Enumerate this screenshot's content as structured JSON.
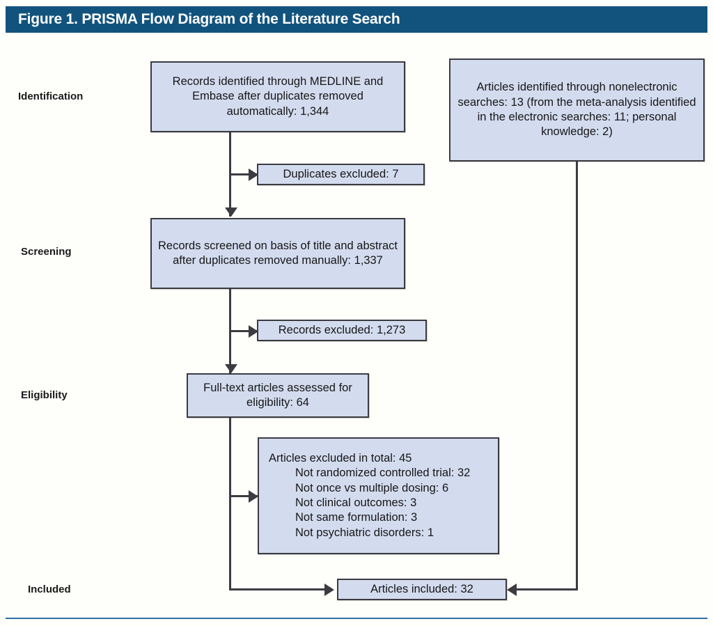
{
  "figure": {
    "title": "Figure 1. PRISMA Flow Diagram of the Literature Search",
    "title_bar_color": "#12537e",
    "box_fill_color": "#d3dcef",
    "box_border_color": "#3b3b41",
    "rule_color": "#2f6ea5"
  },
  "stages": [
    {
      "label": "Identification"
    },
    {
      "label": "Screening"
    },
    {
      "label": "Eligibility"
    },
    {
      "label": "Included"
    }
  ],
  "boxes": {
    "records_identified": "Records identified through MEDLINE and Embase after duplicates removed automatically: 1,344",
    "nonelectronic": "Articles identified through nonelectronic searches: 13 (from the meta-analysis identified in the electronic searches: 11; personal knowledge: 2)",
    "duplicates_excluded": "Duplicates excluded: 7",
    "records_screened": "Records screened on basis of title and abstract after duplicates removed manually: 1,337",
    "records_excluded": "Records excluded: 1,273",
    "fulltext_assessed": "Full-text articles assessed for eligibility: 64",
    "articles_excluded_heading": "Articles excluded in total: 45",
    "articles_excluded_reasons": [
      "Not randomized controlled trial: 32",
      "Not once vs multiple dosing: 6",
      "Not clinical outcomes: 3",
      "Not same formulation: 3",
      "Not psychiatric disorders: 1"
    ],
    "articles_included": "Articles included: 32"
  },
  "chart_data": {
    "type": "diagram",
    "title": "Figure 1. PRISMA Flow Diagram of the Literature Search",
    "nodes": [
      {
        "id": "records_identified",
        "stage": "Identification",
        "label": "Records identified through MEDLINE and Embase after duplicates removed automatically",
        "value": 1344
      },
      {
        "id": "nonelectronic",
        "stage": "Identification",
        "label": "Articles identified through nonelectronic searches",
        "value": 13,
        "breakdown": {
          "from_meta_analysis_in_electronic_searches": 11,
          "personal_knowledge": 2
        }
      },
      {
        "id": "duplicates_excluded",
        "stage": "Identification",
        "label": "Duplicates excluded",
        "value": 7
      },
      {
        "id": "records_screened",
        "stage": "Screening",
        "label": "Records screened on basis of title and abstract after duplicates removed manually",
        "value": 1337
      },
      {
        "id": "records_excluded",
        "stage": "Screening",
        "label": "Records excluded",
        "value": 1273
      },
      {
        "id": "fulltext_assessed",
        "stage": "Eligibility",
        "label": "Full-text articles assessed for eligibility",
        "value": 64
      },
      {
        "id": "articles_excluded",
        "stage": "Eligibility",
        "label": "Articles excluded in total",
        "value": 45,
        "reasons": [
          {
            "label": "Not randomized controlled trial",
            "value": 32
          },
          {
            "label": "Not once vs multiple dosing",
            "value": 6
          },
          {
            "label": "Not clinical outcomes",
            "value": 3
          },
          {
            "label": "Not same formulation",
            "value": 3
          },
          {
            "label": "Not psychiatric disorders",
            "value": 1
          }
        ]
      },
      {
        "id": "articles_included",
        "stage": "Included",
        "label": "Articles included",
        "value": 32
      }
    ],
    "edges": [
      {
        "from": "records_identified",
        "to": "duplicates_excluded"
      },
      {
        "from": "records_identified",
        "to": "records_screened"
      },
      {
        "from": "records_screened",
        "to": "records_excluded"
      },
      {
        "from": "records_screened",
        "to": "fulltext_assessed"
      },
      {
        "from": "fulltext_assessed",
        "to": "articles_excluded"
      },
      {
        "from": "fulltext_assessed",
        "to": "articles_included"
      },
      {
        "from": "nonelectronic",
        "to": "articles_included"
      }
    ]
  }
}
